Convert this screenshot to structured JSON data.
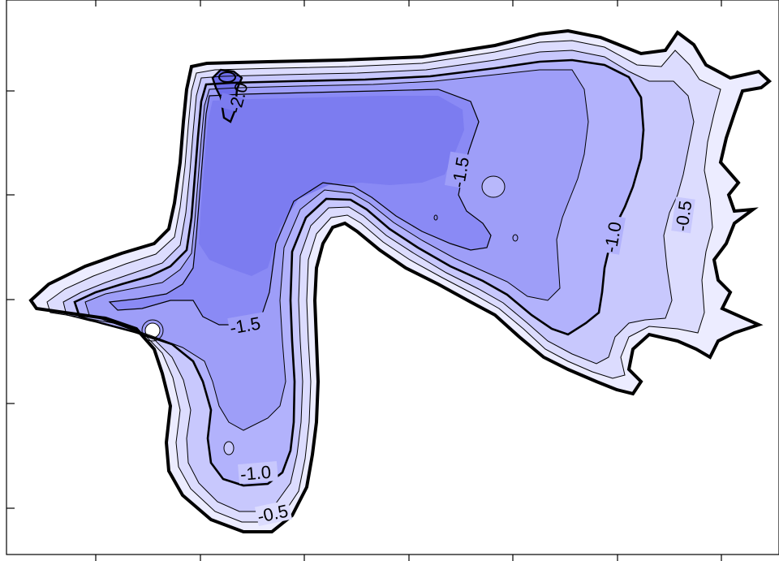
{
  "map": {
    "colors": {
      "background": "#ffffff",
      "frame": "#000000",
      "level_0": "#ececff",
      "level_1": "#dcdcfe",
      "level_2": "#c8c8fd",
      "level_3": "#b2b2fc",
      "level_4": "#9e9ef8",
      "level_5": "#8a8af5",
      "level_6": "#7c7cf0",
      "level_7": "#6e6eec"
    },
    "contour_labels": {
      "label_1": "-2.0",
      "label_2": "-1.5",
      "label_3": "-1.5",
      "label_4": "-1.0",
      "label_5": "-1.0",
      "label_6": "-0.5",
      "label_7": "-0.5"
    }
  }
}
